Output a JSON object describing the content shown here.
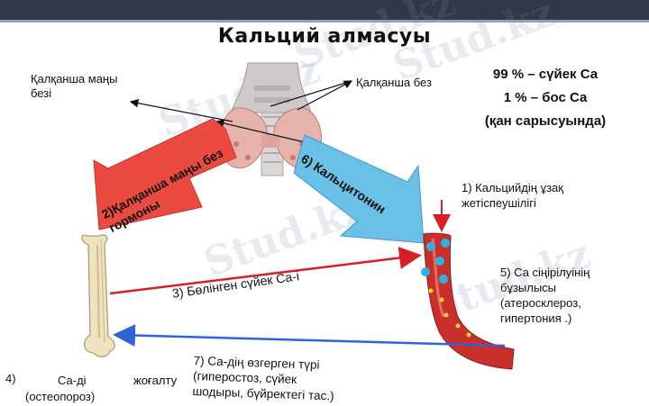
{
  "title": "Кальций алмасуы",
  "labels": {
    "thyroid_left": "Қалқанша маңы\nбезі",
    "thyroid_right": "Қалқанша без",
    "stat_line1": "99 % – сүйек Са",
    "stat_line2": "1 % – бос Са",
    "stat_line3": "(қан  сарысуында)",
    "label_1": "1) Кальцийдің ұзақ\nжетіспеушілігі",
    "label_2": "2)Қалқанша маңы без\nгормоны",
    "label_3": "3) Бөлінген сүйек Са-і",
    "label_4a": "4)",
    "label_4b": "Са-ді",
    "label_4c": "жоғалту",
    "label_4d": "(остеопороз)",
    "label_5": "5) Са сіңірілуінің\nбұзылысы\n(атеросклероз,\nгипертония .)",
    "label_6": "6) Кальцитонин",
    "label_7": "7) Са-дің өзгерген түрі\n(гиперостоз, сүйек\nшодыры, бүйректегі тас.)"
  },
  "watermark": "Stud.kz",
  "colors": {
    "red_arrow": "#ea4a3f",
    "blue_arrow": "#6ac0e6",
    "line_red": "#d81f26",
    "line_blue": "#2f63d6",
    "thyroid": "#e5b3aa",
    "bone": "#efe3bf",
    "vessel": "#c9302c"
  },
  "icons": [
    "thyroid-gland-image",
    "bone-image",
    "blood-vessel-image"
  ]
}
